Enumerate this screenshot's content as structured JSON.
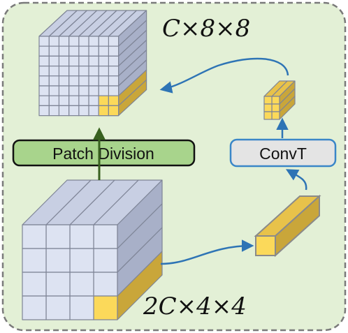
{
  "labels": {
    "top_tensor": "C×8×8",
    "bottom_tensor": "2C×4×4",
    "patch_division": "Patch Division",
    "convt": "ConvT"
  },
  "colors": {
    "panel_bg": "#e3f0d6",
    "panel_border": "#7a7a7a",
    "cube_face": "#dde3f2",
    "cube_top": "#c8cfe3",
    "cube_side": "#a8b0c8",
    "cube_edge": "#7e8496",
    "highlight_face": "#fbd95a",
    "highlight_top": "#e8c24a",
    "highlight_side": "#c9a63a",
    "patch_box": "#a8d48c",
    "convt_box": "#e4e4e4",
    "convt_border": "#3a86c8",
    "arrow_blue": "#2e74b5",
    "arrow_green": "#38611f"
  }
}
